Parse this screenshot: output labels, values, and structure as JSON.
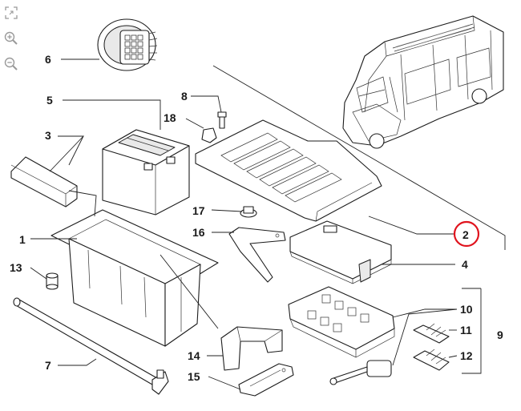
{
  "toolbar": {
    "items": [
      {
        "icon": "fullscreen-icon"
      },
      {
        "icon": "zoom-in-icon"
      },
      {
        "icon": "zoom-out-icon"
      }
    ]
  },
  "callouts": [
    "1",
    "2",
    "3",
    "4",
    "5",
    "6",
    "7",
    "8",
    "9",
    "10",
    "11",
    "12",
    "13",
    "14",
    "15",
    "16",
    "17",
    "18"
  ],
  "highlight": {
    "label": "2",
    "color": "#e0141e"
  },
  "colors": {
    "line": "#1c1c1c",
    "icon": "#9a9a9a"
  }
}
